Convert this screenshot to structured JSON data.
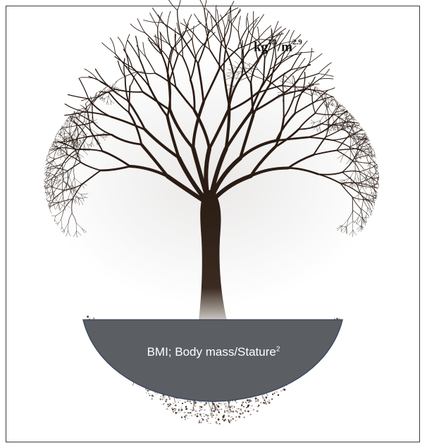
{
  "top_formula": {
    "base1": "kg",
    "exp1": "1.1",
    "sep": "/m",
    "exp2": "2.9"
  },
  "bowl_label": {
    "text": "BMI; Body mass/Stature",
    "exp": "2"
  },
  "colors": {
    "tree": "#2a1c14",
    "bowl_fill": "#5b5e63",
    "bowl_stroke": "#3c4a63",
    "soil": "#3a2418"
  }
}
